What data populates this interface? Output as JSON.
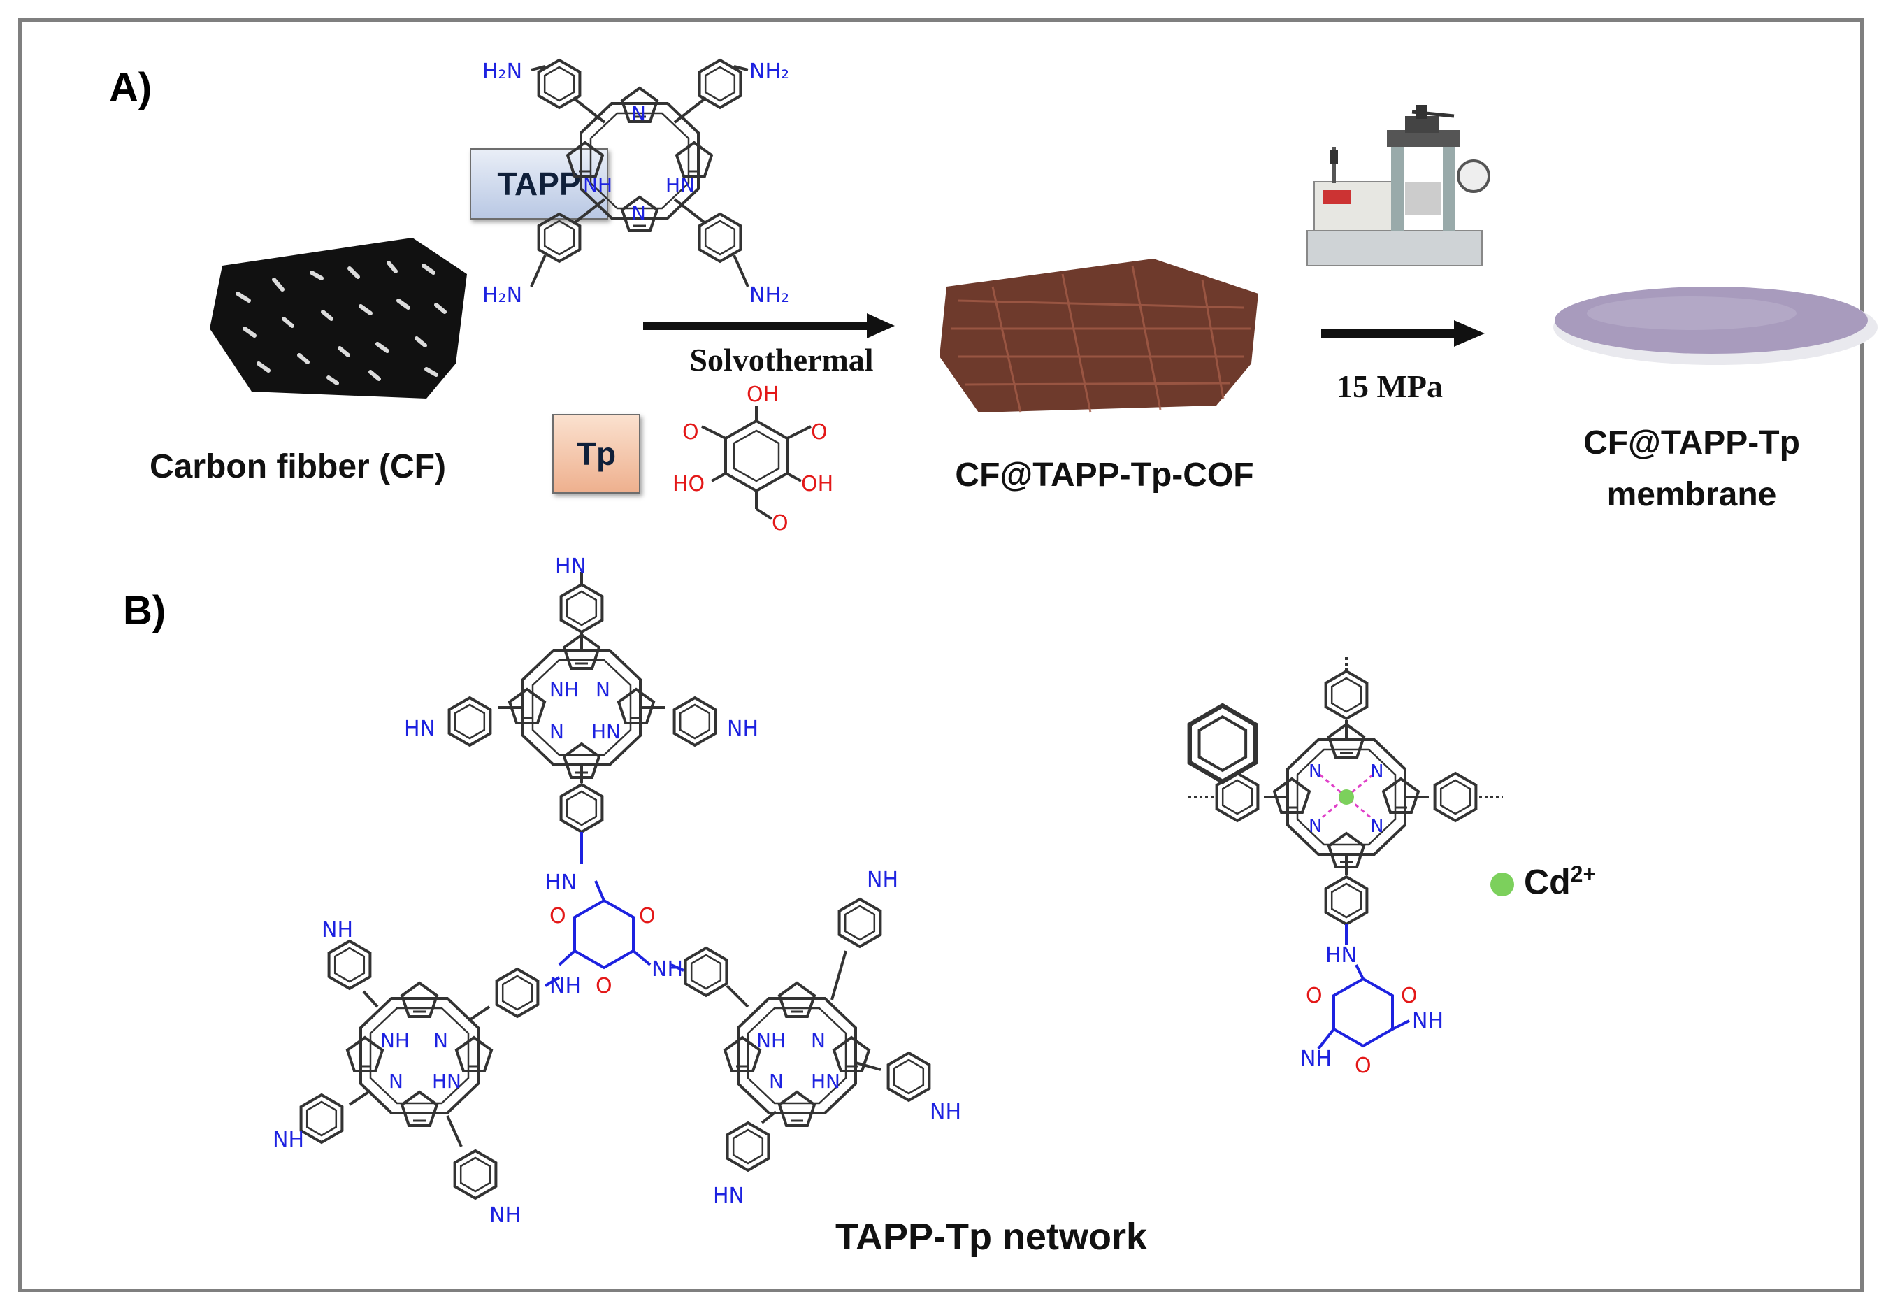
{
  "panels": {
    "a_label": "A)",
    "b_label": "B)"
  },
  "reagents": {
    "tapp": "TAPP",
    "tp": "Tp"
  },
  "process": {
    "solvothermal": "Solvothermal",
    "pressure": "15 MPa"
  },
  "captions": {
    "carbon_fiber": "Carbon fibber (CF)",
    "cof": "CF@TAPP-Tp-COF",
    "membrane_line1": "CF@TAPP-Tp",
    "membrane_line2": "membrane",
    "network": "TAPP-Tp network"
  },
  "molecule_labels": {
    "h2n": "H₂N",
    "nh2": "NH₂",
    "n": "N",
    "nh": "NH",
    "hn": "HN",
    "oh": "OH",
    "ho": "HO",
    "o": "O"
  },
  "legend": {
    "ion": "Cd",
    "ion_charge": "2+"
  },
  "colors": {
    "amine_blue": "#1d22e0",
    "oxygen_red": "#e31818",
    "cd_green": "#7cd05c",
    "carbon_fiber": "#111111",
    "cof_brown": "#6e3a2c",
    "membrane_purple": "#a89bbd"
  }
}
